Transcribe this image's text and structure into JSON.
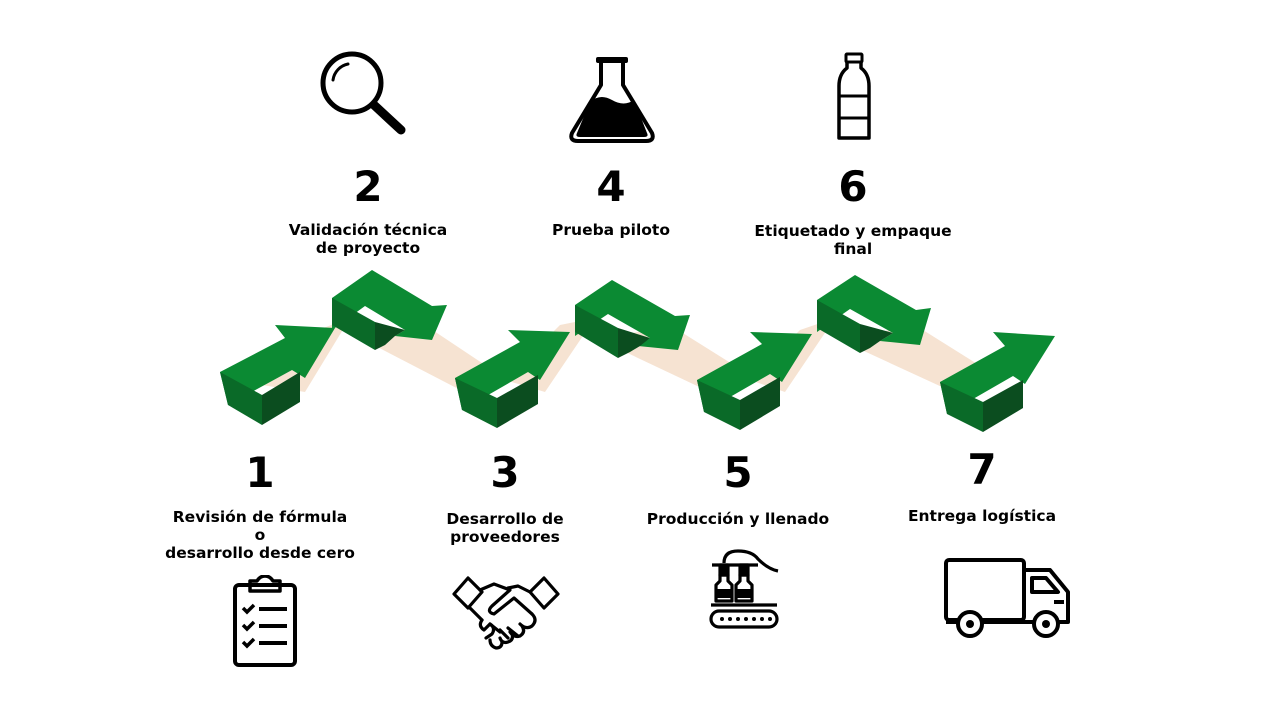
{
  "colors": {
    "arrow_top": "#0b8a33",
    "arrow_dark": "#0b4d1f",
    "arrow_mid": "#0a6a28",
    "band": "#f6e3d2",
    "icon": "#000000"
  },
  "steps": [
    {
      "number": "1",
      "label": "Revisión de fórmula\no\ndesarrollo desde cero",
      "icon": "clipboard-checklist-icon"
    },
    {
      "number": "2",
      "label": "Validación técnica\nde proyecto",
      "icon": "magnifying-glass-icon"
    },
    {
      "number": "3",
      "label": "Desarrollo de\nproveedores",
      "icon": "handshake-icon"
    },
    {
      "number": "4",
      "label": "Prueba piloto",
      "icon": "lab-flask-icon"
    },
    {
      "number": "5",
      "label": "Producción y llenado",
      "icon": "filling-machine-icon"
    },
    {
      "number": "6",
      "label": "Etiquetado y empaque\nfinal",
      "icon": "bottle-icon"
    },
    {
      "number": "7",
      "label": "Entrega logística",
      "icon": "delivery-truck-icon"
    }
  ]
}
